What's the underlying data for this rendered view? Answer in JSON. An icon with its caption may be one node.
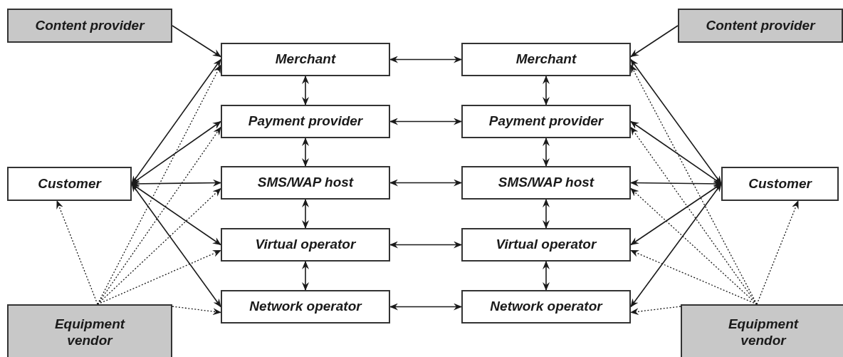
{
  "diagram": {
    "nodes": [
      {
        "text": [
          "Content provider"
        ]
      },
      {
        "text": [
          "Content provider"
        ]
      },
      {
        "text": [
          "Merchant"
        ]
      },
      {
        "text": [
          "Merchant"
        ]
      },
      {
        "text": [
          "Payment provider"
        ]
      },
      {
        "text": [
          "Payment provider"
        ]
      },
      {
        "text": [
          "Customer"
        ]
      },
      {
        "text": [
          "SMS/WAP host"
        ]
      },
      {
        "text": [
          "SMS/WAP host"
        ]
      },
      {
        "text": [
          "Customer"
        ]
      },
      {
        "text": [
          "Virtual operator"
        ]
      },
      {
        "text": [
          "Virtual operator"
        ]
      },
      {
        "text": [
          "Equipment vendor"
        ]
      },
      {
        "text": [
          "Network operator"
        ]
      },
      {
        "text": [
          "Network operator"
        ]
      },
      {
        "text": [
          "Equipment vendor"
        ]
      }
    ],
    "edges": [
      {
        "from": 0,
        "to": 2,
        "arrow": "to"
      },
      {
        "from": 1,
        "to": 3,
        "arrow": "to"
      },
      {
        "from": 2,
        "to": 3,
        "arrow": "both"
      },
      {
        "from": 4,
        "to": 5,
        "arrow": "both"
      },
      {
        "from": 7,
        "to": 8,
        "arrow": "both"
      },
      {
        "from": 10,
        "to": 11,
        "arrow": "both"
      },
      {
        "from": 13,
        "to": 14,
        "arrow": "both"
      },
      {
        "from": 2,
        "to": 4,
        "arrow": "both"
      },
      {
        "from": 4,
        "to": 7,
        "arrow": "both"
      },
      {
        "from": 7,
        "to": 10,
        "arrow": "both"
      },
      {
        "from": 10,
        "to": 13,
        "arrow": "both"
      },
      {
        "from": 3,
        "to": 5,
        "arrow": "both"
      },
      {
        "from": 5,
        "to": 8,
        "arrow": "both"
      },
      {
        "from": 8,
        "to": 11,
        "arrow": "both"
      },
      {
        "from": 11,
        "to": 14,
        "arrow": "both"
      },
      {
        "from": 6,
        "to": 2,
        "arrow": "both"
      },
      {
        "from": 6,
        "to": 4,
        "arrow": "both"
      },
      {
        "from": 6,
        "to": 7,
        "arrow": "both"
      },
      {
        "from": 6,
        "to": 10,
        "arrow": "both"
      },
      {
        "from": 6,
        "to": 13,
        "arrow": "both"
      },
      {
        "from": 9,
        "to": 3,
        "arrow": "both"
      },
      {
        "from": 9,
        "to": 5,
        "arrow": "both"
      },
      {
        "from": 9,
        "to": 8,
        "arrow": "both"
      },
      {
        "from": 9,
        "to": 11,
        "arrow": "both"
      },
      {
        "from": 9,
        "to": 14,
        "arrow": "both"
      },
      {
        "from": 12,
        "to": 6,
        "arrow": "to",
        "style": "dashed"
      },
      {
        "from": 12,
        "to": 2,
        "arrow": "to",
        "style": "dashed"
      },
      {
        "from": 12,
        "to": 4,
        "arrow": "to",
        "style": "dashed"
      },
      {
        "from": 12,
        "to": 7,
        "arrow": "to",
        "style": "dashed"
      },
      {
        "from": 12,
        "to": 10,
        "arrow": "to",
        "style": "dashed"
      },
      {
        "from": 12,
        "to": 13,
        "arrow": "to",
        "style": "dashed"
      },
      {
        "from": 15,
        "to": 9,
        "arrow": "to",
        "style": "dashed"
      },
      {
        "from": 15,
        "to": 3,
        "arrow": "to",
        "style": "dashed"
      },
      {
        "from": 15,
        "to": 5,
        "arrow": "to",
        "style": "dashed"
      },
      {
        "from": 15,
        "to": 8,
        "arrow": "to",
        "style": "dashed"
      },
      {
        "from": 15,
        "to": 11,
        "arrow": "to",
        "style": "dashed"
      },
      {
        "from": 15,
        "to": 14,
        "arrow": "to",
        "style": "dashed"
      }
    ]
  }
}
